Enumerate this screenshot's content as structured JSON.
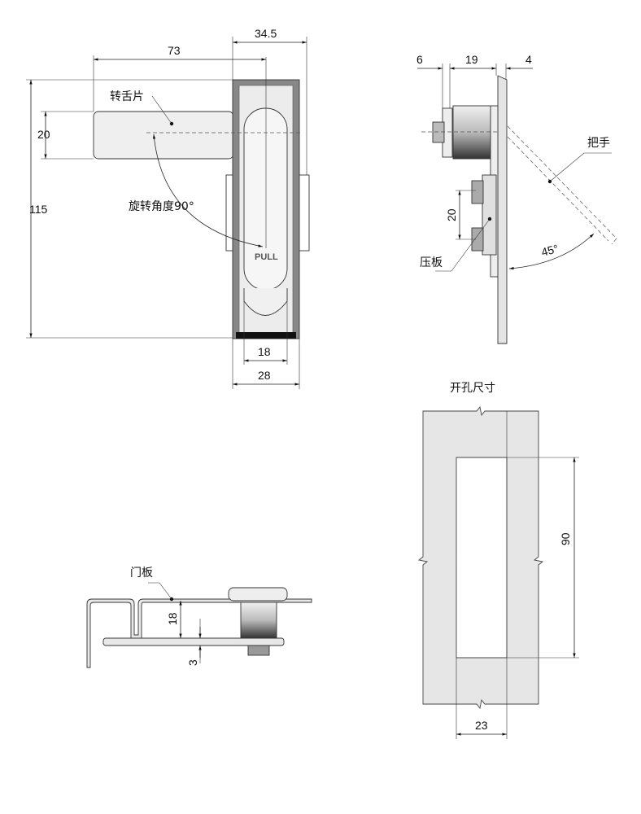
{
  "front_view": {
    "dims": {
      "width_total": "34.5",
      "lever_length": "73",
      "lever_width": "20",
      "height": "115",
      "handle_width": "18",
      "body_width": "28"
    },
    "labels": {
      "lever": "转舌片",
      "rotation": "旋转角度90°",
      "pull": "PULL"
    }
  },
  "side_view": {
    "dims": {
      "nut": "6",
      "cylinder": "19",
      "plate": "4",
      "clamp_spacing": "20"
    },
    "labels": {
      "handle": "把手",
      "clamp_plate": "压板",
      "angle": "45°"
    }
  },
  "install_view": {
    "dims": {
      "door_gap": "18",
      "offset": "3"
    },
    "labels": {
      "door_panel": "门板"
    }
  },
  "cutout": {
    "title": "开孔尺寸",
    "dims": {
      "height": "90",
      "width": "23"
    }
  },
  "colors": {
    "line": "#333333",
    "fill_light": "#ebebeb",
    "fill_body": "#d9d9d9"
  }
}
